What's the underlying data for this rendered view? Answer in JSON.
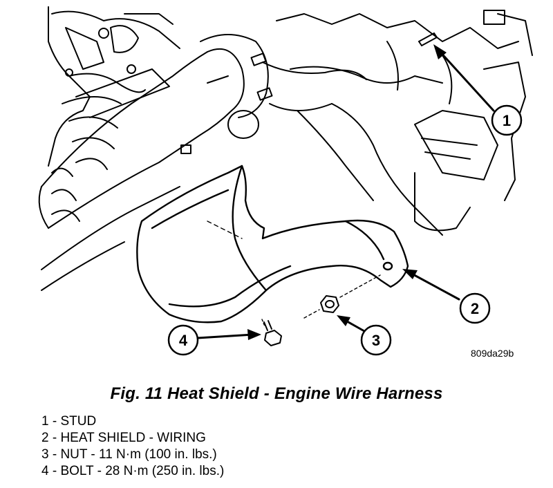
{
  "figure": {
    "reference_code": "809da29b",
    "caption": "Fig. 11 Heat Shield - Engine Wire Harness"
  },
  "callouts": [
    {
      "number": "1"
    },
    {
      "number": "2"
    },
    {
      "number": "3"
    },
    {
      "number": "4"
    }
  ],
  "legend": [
    {
      "text": "1 - STUD"
    },
    {
      "text": "2 - HEAT SHIELD - WIRING"
    },
    {
      "text": "3 - NUT - 11 N·m (100 in. lbs.)"
    },
    {
      "text": "4 - BOLT - 28 N·m (250 in. lbs.)"
    }
  ]
}
